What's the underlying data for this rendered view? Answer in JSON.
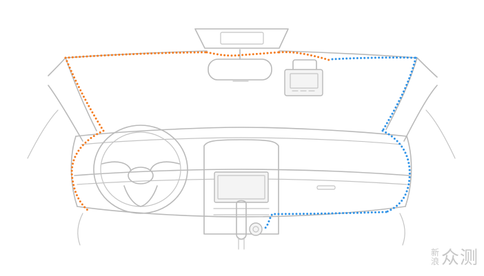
{
  "colors": {
    "orange": "#f47c20",
    "blue": "#2f93e8",
    "line": "#b9b9b9"
  },
  "watermark": {
    "small_top": "新",
    "small_bottom": "浪",
    "large": "众测"
  }
}
